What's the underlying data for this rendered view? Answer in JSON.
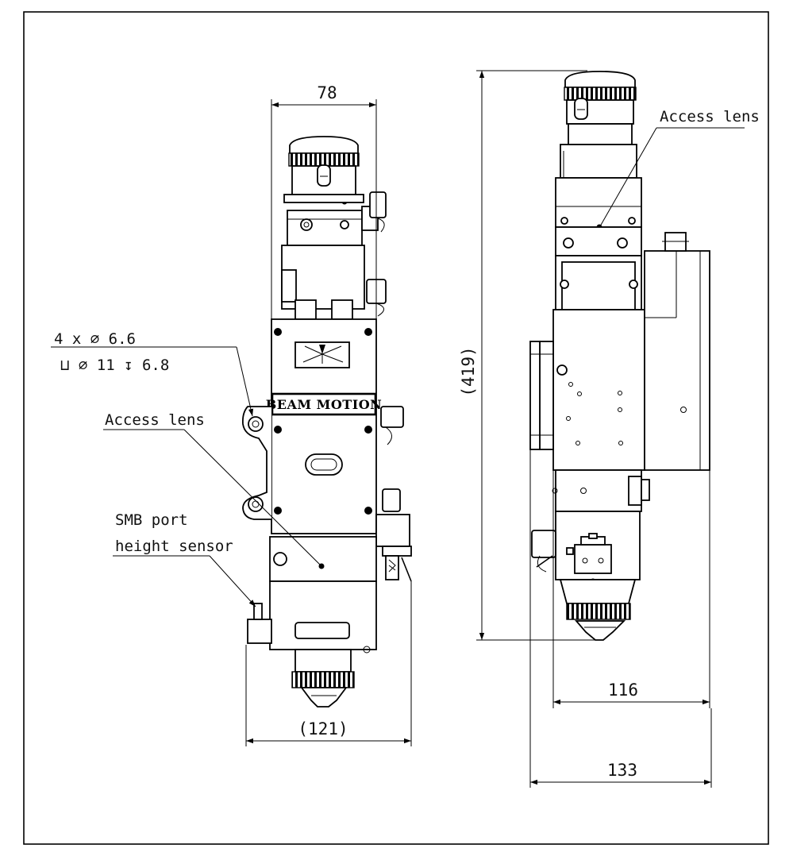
{
  "dimensions": {
    "top_width": "78",
    "bottom_width_front": "(121)",
    "height": "(419)",
    "side_width_1": "116",
    "side_width_2": "133"
  },
  "callouts": {
    "hole_spec_line1": "4 x ∅ 6.6",
    "hole_spec_line2": "⊔ ∅ 11 ↧ 6.8",
    "access_lens_front": "Access lens",
    "smb_port_line1": "SMB port",
    "smb_port_line2": "height sensor",
    "access_lens_side": "Access lens"
  },
  "nameplate": "BEAM MOTION",
  "colors": {
    "line": "#000000",
    "background": "#ffffff"
  }
}
